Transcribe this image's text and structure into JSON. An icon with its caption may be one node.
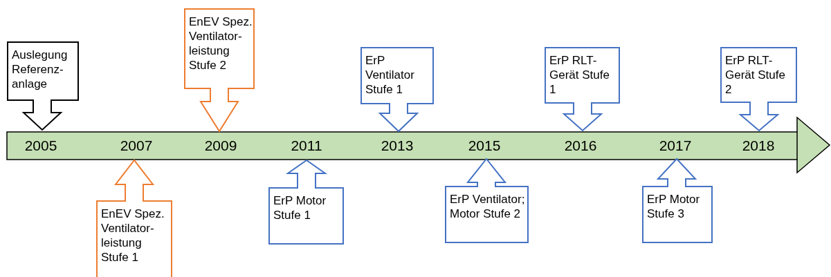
{
  "diagram": {
    "nodes": [
      {
        "text": [
          "2005",
          "2007",
          "2009",
          "2011",
          "2013",
          "2015",
          "2016",
          "2017",
          "2018"
        ]
      },
      {
        "text": [
          "Auslegung Referenz-anlage"
        ]
      },
      {
        "text": [
          "EnEV Spez. Ventilator-leistung Stufe 1"
        ]
      },
      {
        "text": [
          "EnEV Spez. Ventilator-leistung Stufe 2"
        ]
      },
      {
        "text": [
          "ErP Motor Stufe 1"
        ]
      },
      {
        "text": [
          "ErP Ventilator Stufe 1"
        ]
      },
      {
        "text": [
          "ErP Ventilator; Motor Stufe 2"
        ]
      },
      {
        "text": [
          "ErP RLT-Gerät Stufe 1"
        ]
      },
      {
        "text": [
          "ErP Motor Stufe 3"
        ]
      },
      {
        "text": [
          "ErP RLT-Gerät Stufe 2"
        ]
      }
    ]
  }
}
